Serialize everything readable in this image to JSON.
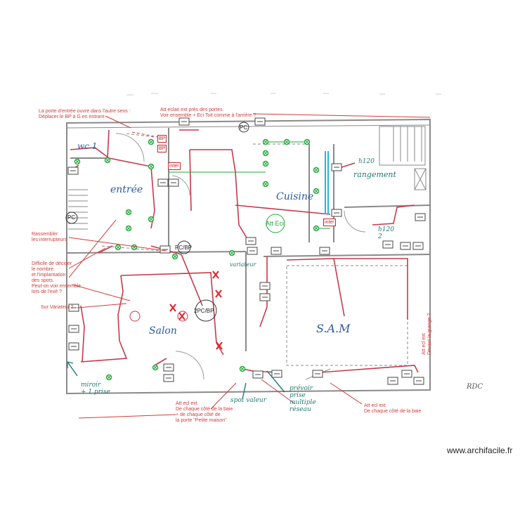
{
  "notes": {
    "door": "La porte d'entrée ouvre dans l'autre sens :\nDéplacer le BP à G en entrant",
    "porch": "Att eclair ext près des portes\nVoir ensemble + Eci Toit comme à l'arrière ?",
    "interrupteurs": "Rassembler\nles interrupteurs",
    "spots": "Difficile de décider\nle nombre\net l'implantation\ndes spots.\nPeut-on voir ensemble\nlors de l'exé ?",
    "variateur": "Sur Variateur ?",
    "bay_left": "Att ecl ext\nDe chaque côté de la baie\n+ de chaque côté de\nla porte \"Petite maison\"",
    "bay_right": "Att ecl ext\nDe chaque côté de la baie",
    "garage": "Att ecl ext\nDevant la grange ?"
  },
  "rooms": {
    "wc": "wc 1",
    "entree": "entrée",
    "cuisine": "Cuisine",
    "rangement": "rangement",
    "salon": "Salon",
    "sam": "S.A.M",
    "h120": "h120",
    "h120b": "h120\n2",
    "miroir": "miroir\n+ 1 prise",
    "spot_valeur": "spot valeur",
    "variateur": "variateur",
    "prevoir": "prévoir\nprise\nmultiple\nréseau"
  },
  "tags": {
    "bp": "BP",
    "inter": "inter",
    "pc": "PC",
    "pc_bp": "PC/BP",
    "pc2_bp": "2PC/BP",
    "att_eci": "Att Eci"
  },
  "level": "RDC",
  "watermark": "www.archifacile.fr",
  "colors": {
    "red_note": "#d33b3b",
    "wall": "#c0707a",
    "wire": "#c43a4c",
    "green": "#22a83a",
    "room_label": "#2a5aa6",
    "teal": "#237a70",
    "water": "#2ab5e0"
  }
}
